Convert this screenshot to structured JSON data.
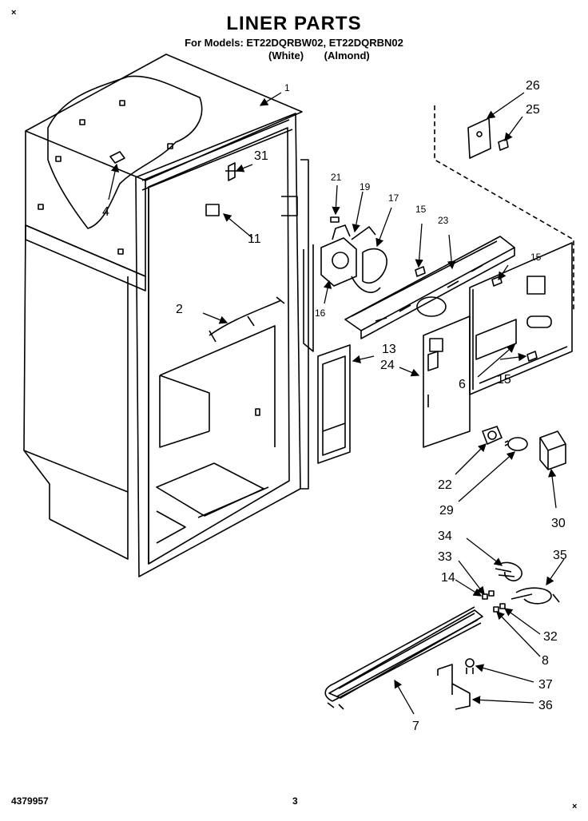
{
  "header": {
    "title": "LINER PARTS",
    "subtitle": "For Models: ET22DQRBW02, ET22DQRBN02",
    "color_white": "(White)",
    "color_almond": "(Almond)"
  },
  "footer": {
    "doc_number": "4379957",
    "page_number": "3"
  },
  "marks": {
    "top_left": "×",
    "bottom_right": "×"
  },
  "callouts": {
    "c1": "1",
    "c2": "2",
    "c4": "4",
    "c6": "6",
    "c7": "7",
    "c8": "8",
    "c11": "11",
    "c13": "13",
    "c14": "14",
    "c15a": "15",
    "c15b": "15",
    "c15c": "15",
    "c16": "16",
    "c17": "17",
    "c19": "19",
    "c21": "21",
    "c22": "22",
    "c23": "23",
    "c24": "24",
    "c25": "25",
    "c26": "26",
    "c29": "29",
    "c30": "30",
    "c31": "31",
    "c32": "32",
    "c33": "33",
    "c34": "34",
    "c35": "35",
    "c36": "36",
    "c37": "37"
  }
}
